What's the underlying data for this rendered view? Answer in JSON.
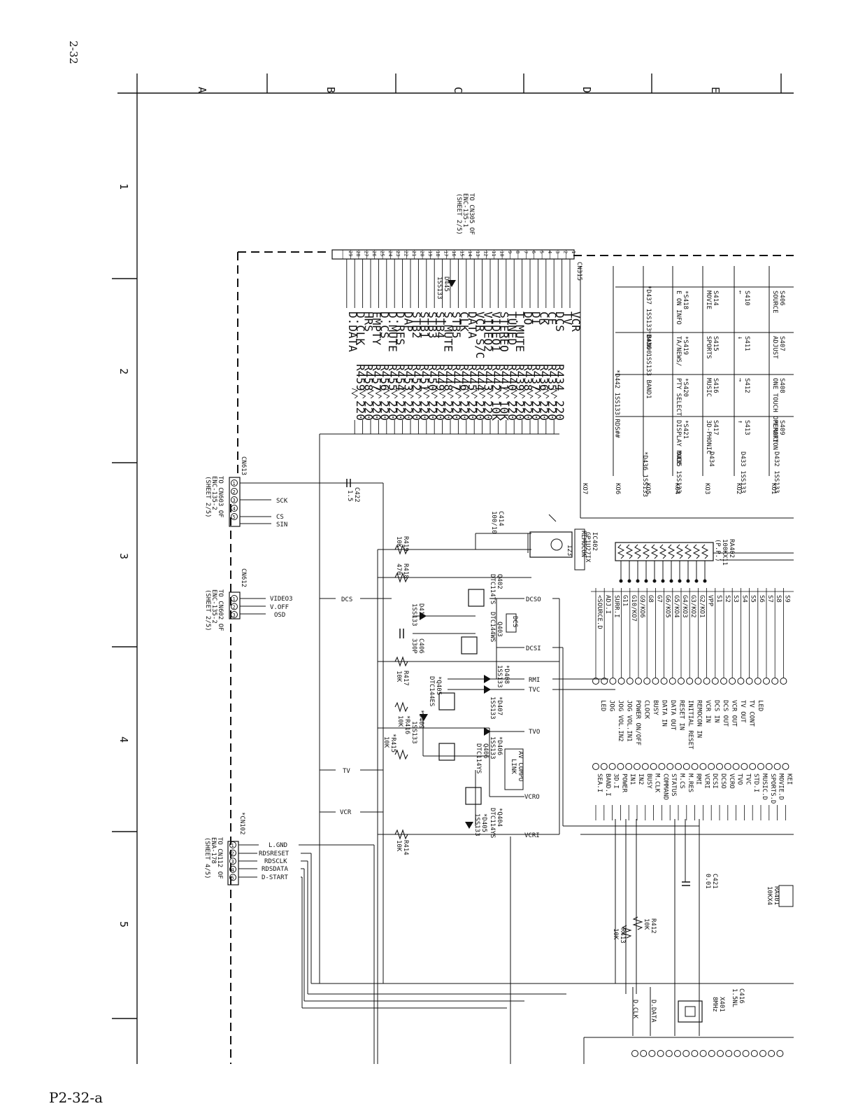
{
  "page_number": "2-32",
  "footer": "P2-32-a",
  "columns": [
    "A",
    "B",
    "C",
    "D",
    "E"
  ],
  "rows": [
    "1",
    "2",
    "3",
    "4",
    "5"
  ],
  "cn315": {
    "ref": "CN315",
    "destination": [
      "TO CN305 OF",
      "ENC-135-1",
      "(SHEET 2/5)"
    ],
    "pins": [
      "1",
      "2",
      "3",
      "4",
      "5",
      "6",
      "7",
      "8",
      "9",
      "10",
      "11",
      "12",
      "13",
      "14",
      "15",
      "16",
      "17",
      "18",
      "19",
      "20",
      "21",
      "22",
      "23",
      "24",
      "25",
      "26",
      "27",
      "28",
      "29"
    ],
    "signals": [
      "VCR",
      "TV",
      "DCS",
      "CE",
      "CK",
      "DI",
      "DO",
      "T.MUTE",
      "TUNED",
      "STEREO",
      "VIDEO1",
      "VIDEO2",
      "VCR S/C",
      "DATA",
      "CLK",
      "STB5",
      "S.MUTE",
      "STB4",
      "STB3",
      "STB1",
      "STB2",
      "DAP",
      "D.RES",
      "D.MUTE",
      "D.CS",
      "EMPTY",
      "HRS",
      "D.CLK",
      "D.DATA"
    ],
    "resistors": [
      "R434",
      "R435",
      "R436",
      "R437",
      "R438",
      "R439",
      "R440",
      "R441",
      "R442",
      "R443",
      "R444",
      "R445",
      "R446",
      "R447",
      "R448",
      "R449",
      "R450",
      "R451",
      "R452",
      "R453",
      "R454",
      "R455",
      "R456",
      "R457",
      "R458",
      "R459"
    ],
    "values": [
      "220",
      "220",
      "220",
      "220",
      "220",
      "220",
      "220",
      "10K",
      "10K",
      "220",
      "220",
      "220",
      "220",
      "220",
      "220",
      "220",
      "220",
      "220",
      "220",
      "220",
      "220",
      "220",
      "220",
      "220",
      "220",
      "220"
    ],
    "diode": [
      "D445",
      "1SS133"
    ]
  },
  "cn613": {
    "ref": "CN613",
    "pins": [
      "1",
      "2",
      "3",
      "4",
      "5"
    ],
    "signals": [
      "SCK",
      "CS",
      "SIN"
    ],
    "destination": [
      "TO CN603 OF",
      "ENC-135-2",
      "(SHEET 2/5)"
    ]
  },
  "cn612": {
    "ref": "CN612",
    "pins": [
      "1",
      "2",
      "3"
    ],
    "signals": [
      "VIDEO3",
      "V.OFF",
      "OSD"
    ],
    "destination": [
      "TO CN602 OF",
      "ENC-135-2",
      "(SHEET 2/5)"
    ]
  },
  "cn102": {
    "ref": "*CN102",
    "pins": [
      "1",
      "2",
      "3",
      "4",
      "5"
    ],
    "signals": [
      "L.GND",
      "RDSRESET",
      "RDSCLK",
      "RDSDATA",
      "D-START"
    ],
    "destination": [
      "TO CN112 OF",
      "ENA-178",
      "(SHEET 4/5)"
    ]
  },
  "switches": [
    {
      "ref": "S406",
      "name": "SOURCE"
    },
    {
      "ref": "S407",
      "name": "ADJUST"
    },
    {
      "ref": "S408",
      "name": "ONE TOUCH OPERATION"
    },
    {
      "ref": "S409",
      "name": "MEMORY"
    },
    {
      "ref": "S410",
      "name": "←"
    },
    {
      "ref": "S411",
      "name": "↓"
    },
    {
      "ref": "S412",
      "name": "→"
    },
    {
      "ref": "S413",
      "name": "↑"
    },
    {
      "ref": "S414",
      "name": "MOVIE"
    },
    {
      "ref": "S415",
      "name": "SPORTS"
    },
    {
      "ref": "S416",
      "name": "MUSIC"
    },
    {
      "ref": "S417",
      "name": "3D-PHONIC"
    },
    {
      "ref": "*S418",
      "name": "E ON INFO"
    },
    {
      "ref": "*S419",
      "name": "TA/NEWS/"
    },
    {
      "ref": "*S420",
      "name": "PTY SELECT"
    },
    {
      "ref": "*S421",
      "name": "DISPLAY MODE"
    }
  ],
  "key_diodes": [
    "*D437 1SS133 BAND0",
    "*D436 1SS133 BAND1",
    "*D442 1SS133 RDS##",
    "D432 1SS133",
    "D433 1SS133",
    "D434",
    "D435 1SS133",
    "*D436 1SS133"
  ],
  "key_lines": [
    "KO1",
    "KO2",
    "KO3",
    "KO4",
    "KO5",
    "KO6",
    "KO7"
  ],
  "parts": {
    "c422": [
      "C422",
      "1.5"
    ],
    "r419": [
      "R419",
      "10K"
    ],
    "c414": [
      "C414",
      "100/10"
    ],
    "ic402": [
      "IC402",
      "GP1U27IX"
    ],
    "remocon": "REMOCON",
    "r418": [
      "R418",
      "470"
    ],
    "q402": [
      "Q402",
      "DTC114TS"
    ],
    "d410": [
      "D410",
      "1SS133"
    ],
    "c406": [
      "C406",
      "330P"
    ],
    "q403": [
      "Q403",
      "DTC144WS"
    ],
    "dcs_box": "DCS",
    "r417": [
      "R417",
      "10K"
    ],
    "d408": [
      "*D408",
      "1SS133"
    ],
    "q405": [
      "*Q405",
      "DTC144ES"
    ],
    "d407": [
      "*D407",
      "1SS133"
    ],
    "d409": [
      "*D409",
      "1SS133"
    ],
    "r416": [
      "*R416",
      "10K"
    ],
    "r415": [
      "*R415",
      "10K"
    ],
    "q406": [
      "Q406",
      "DTC114YS"
    ],
    "d406": [
      "*D406",
      "1SS133"
    ],
    "av_compu": [
      "AV COMPU",
      "LINK"
    ],
    "q404": [
      "*Q404",
      "DTC114YS"
    ],
    "d405": [
      "*D405",
      "1SS133"
    ],
    "r414": [
      "R414",
      "10K"
    ],
    "ra402": [
      "RA402",
      "100KX11",
      "(P.P.)"
    ],
    "c421": [
      "C421",
      "0.01"
    ],
    "r412": [
      "R412",
      "10K"
    ],
    "r413": [
      "R413",
      "10K"
    ],
    "ra401": [
      "RA401",
      "10KX4"
    ],
    "c416": [
      "C416",
      "1.5NL"
    ],
    "x401": [
      "X401",
      "8MHz"
    ]
  },
  "nets_left": {
    "dcs": "DCS",
    "tv": "TV",
    "vcr": "VCR"
  },
  "nets_right": [
    "DCSO",
    "DCSI",
    "RMI",
    "TVC",
    "TVO",
    "VCRO",
    "VCRI"
  ],
  "port_labels": [
    "<SOURCE.D",
    "ADJ.I",
    "SURR.I",
    "G11",
    "G10/KO7",
    "G9/KO6",
    "G8",
    "G7",
    "G6/KO5",
    "G5/KO4",
    "G4/KO3",
    "G3/KO2",
    "G2/KO1",
    "VPP",
    "S1",
    "S2",
    "S3",
    "S4",
    "S5",
    "S6",
    "S7",
    "S8",
    "S9"
  ],
  "function_labels": [
    "LED",
    "JOG",
    "JOG VOL.IN2",
    "JOG VOL.IN1",
    "POWER ON/OFF",
    "CLOCK",
    "BUSY",
    "DATA IN",
    "DATA OUT",
    "RESET IN",
    "INITIAL RESET",
    "REMOCON IN",
    "VCR IN",
    "DCS IN",
    "DCS OUT",
    "VCR OUT",
    "TV OUT",
    "TV CONT",
    "LED"
  ],
  "bus_signals": [
    "SEA.I",
    "BAND.I",
    "3D.I",
    "POWER",
    "IN1",
    "IN2",
    "BUSY",
    "M.CLK",
    "COMMAND",
    "STATUS",
    "M.CS",
    "M.RES",
    "RMI",
    "VCRI",
    "DCSI",
    "DCSO",
    "VCRO",
    "TVO",
    "TVC",
    "STD.I",
    "MUSIC.D",
    "SPORTS.D",
    "MOVIE.D",
    "KEI"
  ],
  "bottom_signals": [
    "D.DATA",
    "D.CLK"
  ]
}
